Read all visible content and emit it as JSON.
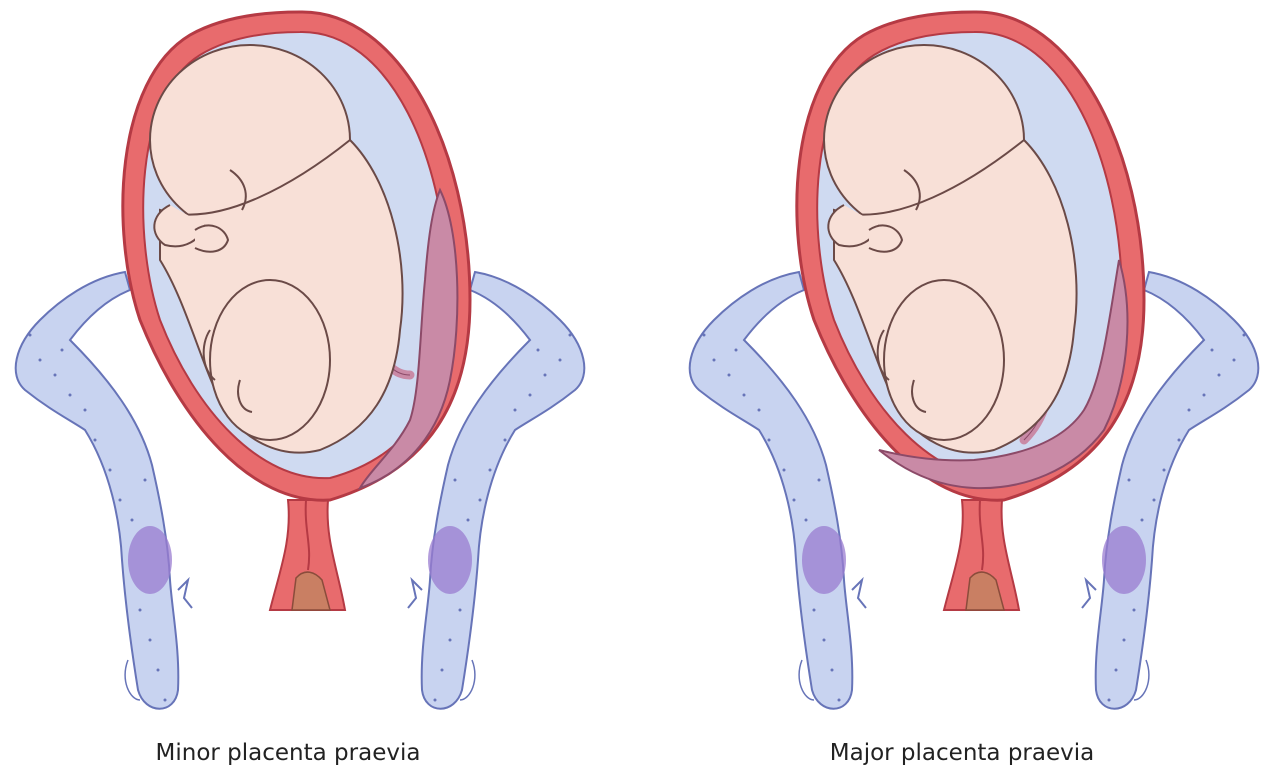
{
  "panels": [
    {
      "id": "minor",
      "caption": "Minor placenta praevia",
      "placenta_covers_lower_segment": false
    },
    {
      "id": "major",
      "caption": "Major placenta praevia",
      "placenta_covers_lower_segment": true
    }
  ],
  "colors": {
    "uterus_wall": "#e86b6d",
    "uterus_outline": "#b53a44",
    "amniotic_fluid": "#cfdaf1",
    "fetus_skin": "#f8e0d7",
    "fetus_outline": "#6b4a47",
    "placenta": "#c98aa6",
    "placenta_outline": "#8c4a68",
    "bone": "#c8d3f0",
    "bone_outline": "#6774b8",
    "bone_marrow": "#9a7cd0",
    "cervix_plug": "#c97f63",
    "caption_text": "#222222"
  },
  "icons": [
    "uterus-illustration",
    "fetus-illustration",
    "placenta-illustration",
    "pelvis-bone-illustration"
  ]
}
